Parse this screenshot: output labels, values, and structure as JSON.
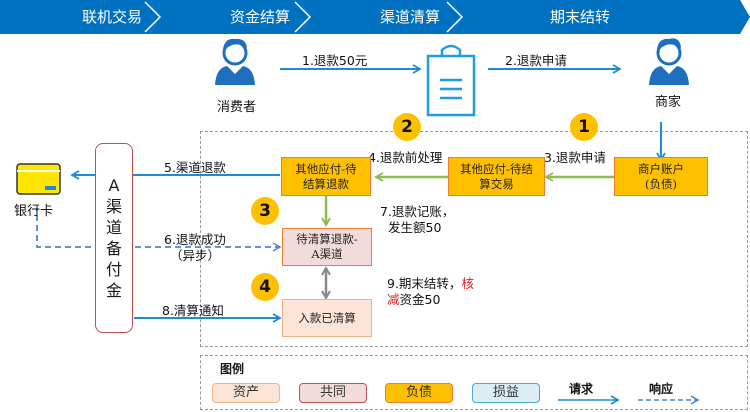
{
  "stages": [
    "联机交易",
    "资金结算",
    "渠道清算",
    "期末结转"
  ],
  "actors": {
    "consumer": "消费者",
    "merchant": "商家",
    "bank_card": "银行卡",
    "channel_fund": [
      "A",
      "渠",
      "道",
      "备",
      "付",
      "金"
    ]
  },
  "steps": {
    "s1": "1.退款50元",
    "s2": "2.退款申请",
    "s3": "3.退款申请",
    "s4": "4.退款前处理",
    "s5": "5.渠道退款",
    "s6_line1": "6.退款成功",
    "s6_line2": "（异步）",
    "s7_line1": "7.退款记账，",
    "s7_line2": "发生额50",
    "s8": "8.清算通知",
    "s9_line1_a": "9.期末结转，",
    "s9_line1_b": "核",
    "s9_line2_a": "减",
    "s9_line2_b": "资金50"
  },
  "accounts": {
    "merchant_account": [
      "商户账户",
      "(负债)"
    ],
    "pending_trade": [
      "其他应付-待结",
      "算交易"
    ],
    "pending_refund": [
      "其他应付-待",
      "结算退款"
    ],
    "clearing_refund": [
      "待清算退款-",
      "A渠道"
    ],
    "cleared": [
      "入款已清算"
    ]
  },
  "badges": [
    "1",
    "2",
    "3",
    "4"
  ],
  "legend": {
    "title": "图例",
    "asset": "资产",
    "common": "共同",
    "liability": "负债",
    "profit_loss": "损益",
    "request": "请求",
    "response": "响应"
  },
  "colors": {
    "stage_bar": "#0070c0",
    "liability": "#ffc000",
    "common": "#f2dcdb",
    "asset": "#fce4d6",
    "profit_loss": "#daeef3",
    "request_arrow": "#1f8ad6",
    "accounting_arrow": "#8fbc4f",
    "highlight": "#e02020"
  }
}
